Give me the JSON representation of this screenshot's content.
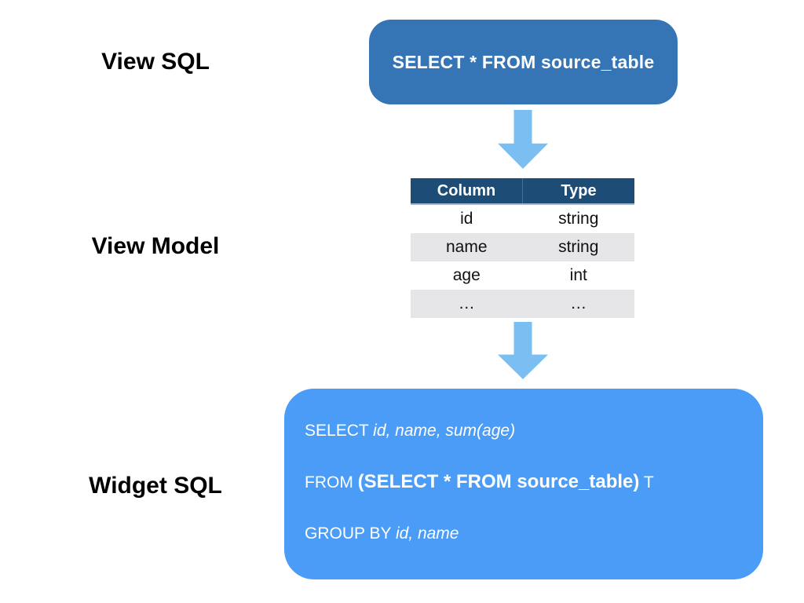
{
  "slide": {
    "background": "#ffffff",
    "arrow_color": "#7bbff2"
  },
  "labels": {
    "view_sql": "View SQL",
    "view_model": "View Model",
    "widget_sql": "Widget SQL"
  },
  "view_sql_box": {
    "bg": "#3574b5",
    "text": "SELECT * FROM source_table"
  },
  "view_model_table": {
    "header_bg": "#1d4c77",
    "alt_row_bg": "#e6e6e9",
    "headers": [
      "Column",
      "Type"
    ],
    "rows": [
      [
        "id",
        "string"
      ],
      [
        "name",
        "string"
      ],
      [
        "age",
        "int"
      ],
      [
        "…",
        "…"
      ]
    ]
  },
  "widget_sql_box": {
    "bg": "#4a9cf6",
    "lines": [
      {
        "prefix": "SELECT ",
        "emphasis": "id, name, sum(age)",
        "suffix": ""
      },
      {
        "prefix": "FROM ",
        "emphasis": "(SELECT * FROM source_table)",
        "suffix": " T"
      },
      {
        "prefix": "GROUP BY ",
        "emphasis": "id, name",
        "suffix": ""
      }
    ]
  }
}
